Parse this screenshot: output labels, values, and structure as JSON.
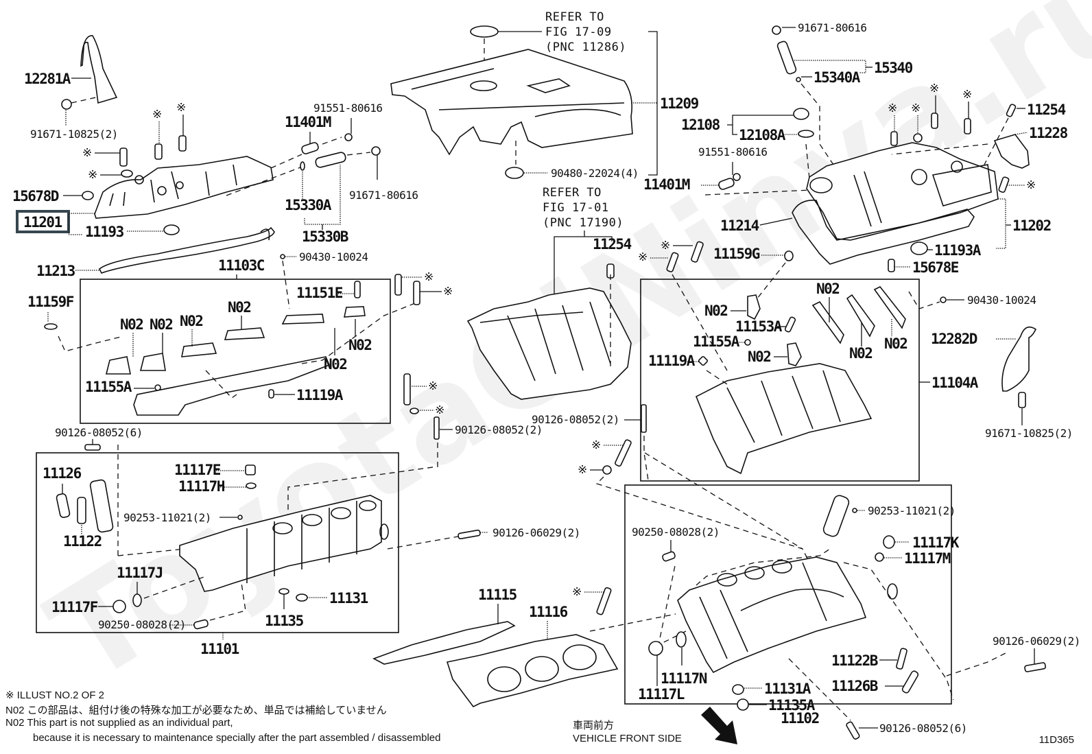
{
  "watermark": "ToyotaCiNinya.ru",
  "illustration_code": "11D365",
  "highlighted_part": "11201",
  "references": {
    "cover_ornament": [
      "REFER TO",
      "FIG 17-09",
      "(PNC 11286)"
    ],
    "intake_manifold": [
      "REFER TO",
      "FIG 17-01",
      "(PNC 17190)"
    ]
  },
  "callouts": {
    "p12281A": "12281A",
    "p91671_10825_l": "91671-10825(2)",
    "p15678D": "15678D",
    "p11201": "11201",
    "p11193": "11193",
    "p11213": "11213",
    "p11401M_l": "11401M",
    "p91551_l": "91551-80616",
    "p15330A": "15330A",
    "p15330B": "15330B",
    "p91671_80616_l": "91671-80616",
    "p90430_l": "90430-10024",
    "p11103C": "11103C",
    "p11151E": "11151E",
    "p11159F": "11159F",
    "p11155A_l": "11155A",
    "p11119A_l": "11119A",
    "p90126_08052_6_l": "90126-08052(6)",
    "p90126_08052_2_l": "90126-08052(2)",
    "p11209": "11209",
    "p90480": "90480-22024(4)",
    "p11254_c": "11254",
    "p90126_08052_2_c": "90126-08052(2)",
    "p91671_80616_r": "91671-80616",
    "p15340": "15340",
    "p15340A": "15340A",
    "p12108": "12108",
    "p12108A": "12108A",
    "p91551_r": "91551-80616",
    "p11401M_r": "11401M",
    "p11254_r": "11254",
    "p11228": "11228",
    "p11214": "11214",
    "p11202": "11202",
    "p11193A": "11193A",
    "p15678E": "15678E",
    "p11159G": "11159G",
    "p90430_r": "90430-10024",
    "p11153A": "11153A",
    "p11155A_r": "11155A",
    "p11119A_r": "11119A",
    "p11104A": "11104A",
    "p12282D": "12282D",
    "p91671_10825_r": "91671-10825(2)",
    "p11126": "11126",
    "p11122": "11122",
    "p11117E": "11117E",
    "p11117H": "11117H",
    "p90253_l": "90253-11021(2)",
    "p11117J": "11117J",
    "p11117F": "11117F",
    "p90250_l": "90250-08028(2)",
    "p11131": "11131",
    "p11135": "11135",
    "p11101": "11101",
    "p90126_06029_c": "90126-06029(2)",
    "p11115": "11115",
    "p11116": "11116",
    "p90253_r": "90253-11021(2)",
    "p90250_r": "90250-08028(2)",
    "p11117K": "11117K",
    "p11117M": "11117M",
    "p11117N": "11117N",
    "p11117L": "11117L",
    "p11131A": "11131A",
    "p11135A": "11135A",
    "p11122B": "11122B",
    "p11126B": "11126B",
    "p11102": "11102",
    "p90126_08052_6_r": "90126-08052(6)",
    "p90126_06029_r": "90126-06029(2)",
    "n02": "N02",
    "special": "※"
  },
  "notes": {
    "illust": "※  ILLUST NO.2 OF 2",
    "n02_jp": "N02 この部品は、組付け後の特殊な加工が必要なため、単品では補給していません",
    "n02_en1": "N02 This part is not supplied as an individual part,",
    "n02_en2": "because it is necessary to maintenance specially after the part assembled / disassembled"
  },
  "direction": {
    "jp": "車両前方",
    "en": "VEHICLE FRONT SIDE"
  }
}
